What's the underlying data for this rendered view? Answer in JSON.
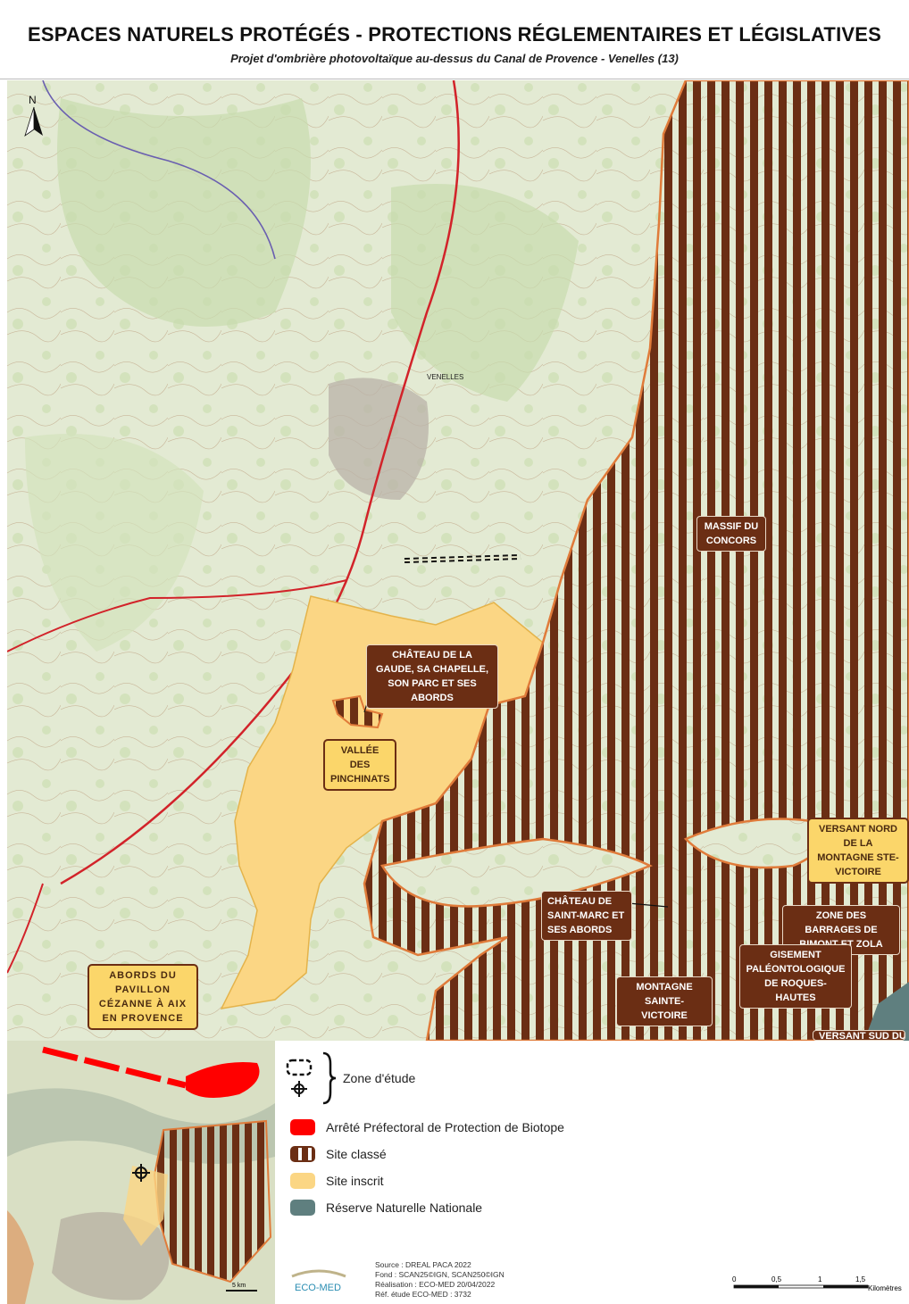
{
  "header": {
    "title": "ESPACES NATURELS PROTÉGÉS - PROTECTIONS RÉGLEMENTAIRES ET LÉGISLATIVES",
    "subtitle": "Projet d'ombrière photovoltaïque au-dessus du Canal de Provence - Venelles (13)"
  },
  "map": {
    "north_arrow": "N",
    "town_label": "VENELLES",
    "labels": [
      {
        "id": "concors",
        "text": "MASSIF DU CONCORS",
        "style": "brown"
      },
      {
        "id": "gaude",
        "text": "CHÂTEAU DE LA GAUDE, SA CHAPELLE, SON PARC ET SES ABORDS",
        "style": "brown"
      },
      {
        "id": "pinchinats",
        "text": "VALLÉE DES PINCHINATS",
        "style": "yellow"
      },
      {
        "id": "versant_nord",
        "text": "VERSANT NORD DE LA MONTAGNE STE-VICTOIRE",
        "style": "yellow"
      },
      {
        "id": "saint_marc",
        "text": "CHÂTEAU DE SAINT-MARC ET SES ABORDS",
        "style": "brown"
      },
      {
        "id": "barrages",
        "text": "ZONE DES BARRAGES DE BIMONT ET ZOLA",
        "style": "brown"
      },
      {
        "id": "gisement",
        "text": "GISEMENT PALÉONTOLOGIQUE DE ROQUES-HAUTES",
        "style": "brown"
      },
      {
        "id": "montagne",
        "text": "MONTAGNE SAINTE-VICTOIRE",
        "style": "brown"
      },
      {
        "id": "cezanne",
        "text": "ABORDS DU PAVILLON CÉZANNE À AIX EN PROVENCE",
        "style": "yellow"
      },
      {
        "id": "versant_sud",
        "text": "VERSANT SUD DU",
        "style": "brown"
      }
    ]
  },
  "legend": {
    "zone_etude": "Zone d'étude",
    "items": [
      {
        "label": "Arrêté Préfectoral de Protection de Biotope",
        "color": "#ff0000",
        "kind": "solid"
      },
      {
        "label": "Site classé",
        "color": "#6b2e14",
        "kind": "hatched"
      },
      {
        "label": "Site inscrit",
        "color": "#fbd684",
        "kind": "solid"
      },
      {
        "label": "Réserve Naturelle Nationale",
        "color": "#5f7f7f",
        "kind": "solid"
      }
    ]
  },
  "footer": {
    "source_lines": [
      "Source : DREAL PACA 2022",
      "Fond : SCAN25©IGN, SCAN250©IGN",
      "Réalisation : ECO-MED 20/04/2022",
      "Réf. étude ECO-MED : 3732"
    ],
    "logo_text": "ECO-MED",
    "scale_ticks": [
      "0",
      "0,5",
      "1",
      "1,5"
    ],
    "scale_unit": "Kilomètres",
    "inset_scale": "5 km"
  },
  "colors": {
    "site_classe": "#6b2e14",
    "site_inscrit": "#fbd684",
    "appb": "#ff0000",
    "rnn": "#5f7f7f",
    "topo_base": "#e4ead6"
  }
}
